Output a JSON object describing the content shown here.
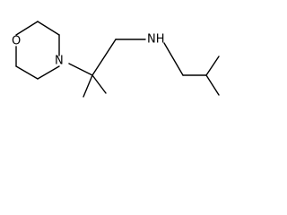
{
  "molecule": {
    "atoms": [
      {
        "id": "O1",
        "label": "O"
      },
      {
        "id": "N1",
        "label": "N"
      },
      {
        "id": "N2",
        "label": "NH"
      }
    ]
  }
}
